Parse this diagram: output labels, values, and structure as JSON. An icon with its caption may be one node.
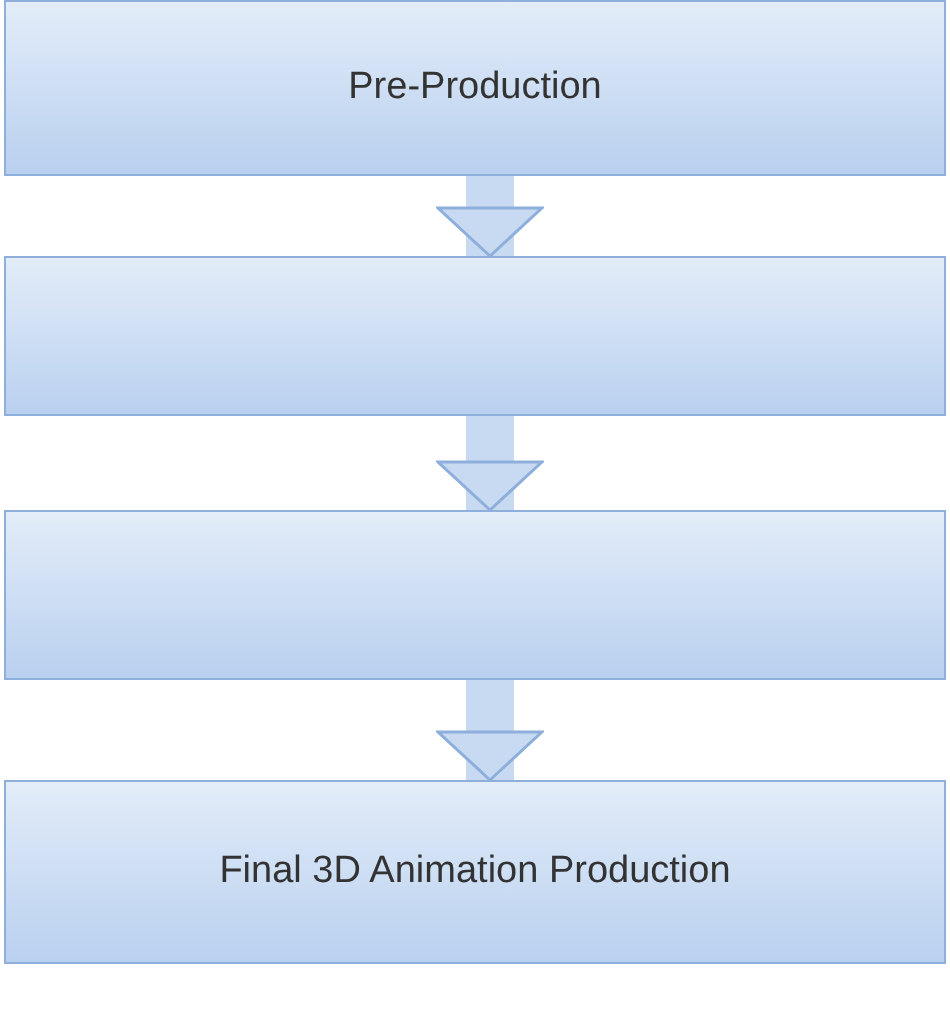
{
  "diagram": {
    "nodes": [
      {
        "text": [
          "Pre-Production"
        ]
      },
      {
        "text": [],
        "shape": "box"
      },
      {
        "text": [],
        "shape": "box"
      },
      {
        "text": [
          "Final 3D Animation Production"
        ]
      }
    ],
    "edges": [
      {
        "from": 0,
        "to": 1,
        "arrow": "to"
      },
      {
        "from": 1,
        "to": 2,
        "arrow": "to"
      },
      {
        "from": 2,
        "to": 3,
        "arrow": "to"
      }
    ]
  }
}
